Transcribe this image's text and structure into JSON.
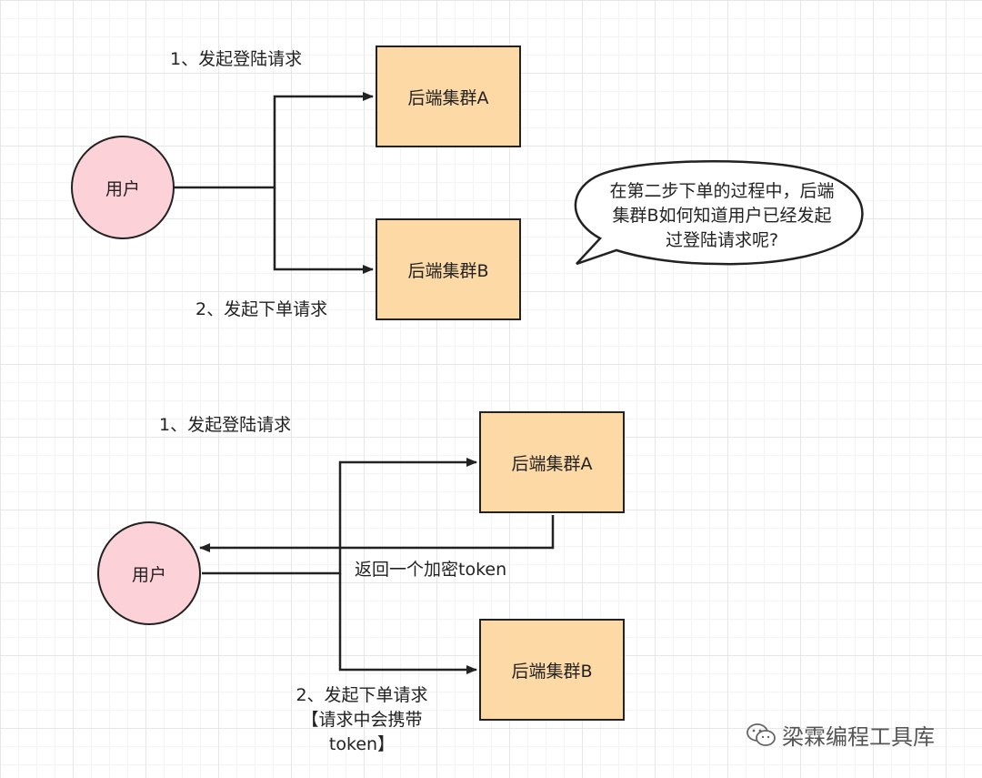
{
  "top": {
    "user": "用户",
    "cluster_a": "后端集群A",
    "cluster_b": "后端集群B",
    "step1": "1、发起登陆请求",
    "step2": "2、发起下单请求",
    "bubble": [
      "在第二步下单的过程中，后端",
      "集群B如何知道用户已经发起",
      "过登陆请求呢?"
    ]
  },
  "bottom": {
    "user": "用户",
    "cluster_a": "后端集群A",
    "cluster_b": "后端集群B",
    "step1": "1、发起登陆请求",
    "return_token": "返回一个加密token",
    "step2": [
      "2、发起下单请求",
      "【请求中会携带",
      "token】"
    ]
  },
  "watermark": "梁霖编程工具库",
  "colors": {
    "box_fill": "#fdd9a6",
    "circle_fill": "#fdd1d8",
    "stroke": "#222222"
  }
}
